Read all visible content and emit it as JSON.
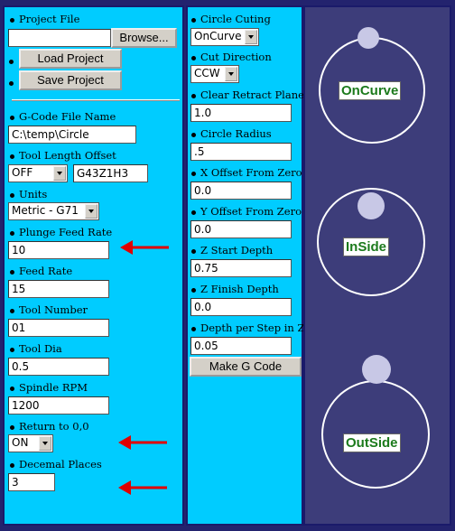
{
  "left": {
    "project_file_label": "Project File",
    "project_file_value": "",
    "browse_label": "Browse...",
    "load_project_label": "Load Project",
    "save_project_label": "Save Project",
    "gcode_file_label": "G-Code File Name",
    "gcode_file_value": "C:\\temp\\Circle",
    "tool_length_offset_label": "Tool Length Offset",
    "tool_length_offset_select": "OFF",
    "tool_length_offset_value": "G43Z1H3",
    "units_label": "Units",
    "units_select": "Metric - G71",
    "plunge_feed_label": "Plunge Feed Rate",
    "plunge_feed_value": "10",
    "feed_rate_label": "Feed Rate",
    "feed_rate_value": "15",
    "tool_number_label": "Tool Number",
    "tool_number_value": "01",
    "tool_dia_label": "Tool Dia",
    "tool_dia_value": "0.5",
    "spindle_rpm_label": "Spindle RPM",
    "spindle_rpm_value": "1200",
    "return_label": "Return to 0,0",
    "return_select": "ON",
    "decimal_label": "Decemal Places",
    "decimal_value": "3"
  },
  "mid": {
    "circle_cuting_label": "Circle Cuting",
    "circle_cuting_select": "OnCurve",
    "cut_direction_label": "Cut Direction",
    "cut_direction_select": "CCW",
    "clear_retract_label": "Clear Retract Plane",
    "clear_retract_value": "1.0",
    "circle_radius_label": "Circle Radius",
    "circle_radius_value": ".5",
    "x_offset_label": "X Offset From Zero",
    "x_offset_value": "0.0",
    "y_offset_label": "Y Offset From Zero",
    "y_offset_value": "0.0",
    "z_start_label": "Z Start Depth",
    "z_start_value": "0.75",
    "z_finish_label": "Z Finish Depth",
    "z_finish_value": "0.0",
    "depth_step_label": "Depth per Step in Z",
    "depth_step_value": "0.05",
    "make_gcode_label": "Make G Code"
  },
  "right": {
    "oncurve_label": "OnCurve",
    "inside_label": "InSide",
    "outside_label": "OutSide"
  },
  "colors": {
    "panel": "#00ccff",
    "preview_bg": "#3d3d7a",
    "arrow": "#e00000",
    "label_green": "#1c7a1c"
  }
}
